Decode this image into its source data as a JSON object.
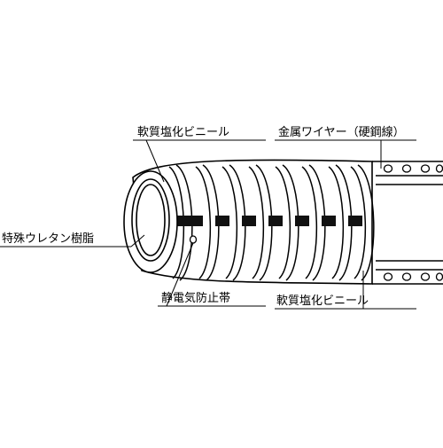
{
  "labels": {
    "outer_pvc": "軟質塩化ビニール",
    "wire": "金属ワイヤー（硬鋼線）",
    "urethane": "特殊ウレタン樹脂",
    "antistatic": "静電気防止帯",
    "inner_pvc": "軟質塩化ビニール"
  },
  "colors": {
    "line": "#000000",
    "background": "#ffffff",
    "band": "#111111"
  }
}
